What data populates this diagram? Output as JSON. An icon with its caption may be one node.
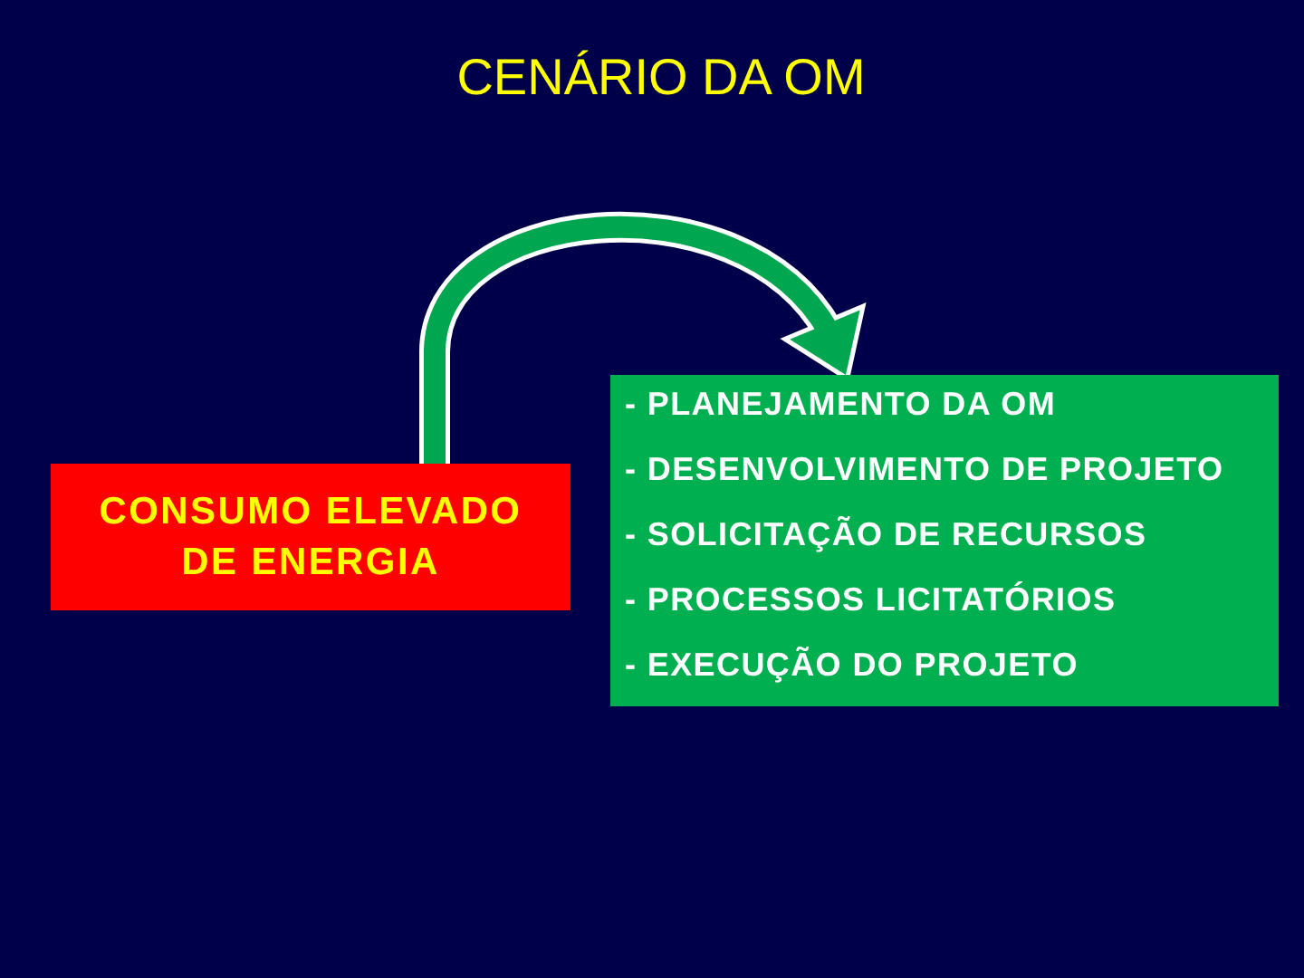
{
  "diagram": {
    "title": "CENÁRIO DA OM",
    "nodes": [
      {
        "text": [
          "CONSUMO ELEVADO DE ENERGIA"
        ]
      },
      {
        "text": [
          "- PLANEJAMENTO DA OM",
          "- DESENVOLVIMENTO DE PROJETO",
          "- SOLICITAÇÃO DE RECURSOS",
          "- PROCESSOS LICITATÓRIOS",
          "- EXECUÇÃO DO PROJETO"
        ]
      }
    ],
    "edges": [
      {
        "from": 0,
        "to": 1,
        "arrow": "to"
      }
    ]
  }
}
